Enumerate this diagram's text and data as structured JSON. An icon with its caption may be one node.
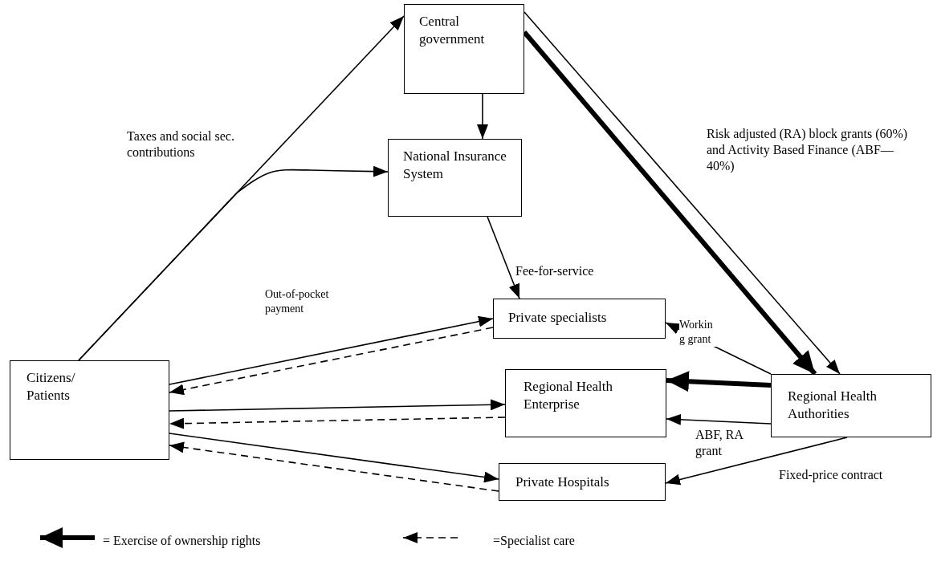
{
  "diagram": {
    "nodes": [
      {
        "text": [
          "Central government"
        ]
      },
      {
        "text": [
          "National Insurance System"
        ]
      },
      {
        "text": [
          "Private specialists"
        ]
      },
      {
        "text": [
          "Citizens/ Patients"
        ]
      },
      {
        "text": [
          "Regional Health Enterprise"
        ]
      },
      {
        "text": [
          "Regional Health Authorities"
        ]
      },
      {
        "text": [
          "Private Hospitals"
        ]
      }
    ],
    "edges": [
      {
        "from": 3,
        "to": 0,
        "arrow": "to"
      },
      {
        "from": 3,
        "to": 1,
        "arrow": "to",
        "label": "Taxes and social sec. contributions"
      },
      {
        "from": 0,
        "to": 1,
        "arrow": "to"
      },
      {
        "from": 1,
        "to": 2,
        "arrow": "to",
        "label": "Fee-for-service"
      },
      {
        "from": 0,
        "to": 5,
        "arrow": "to",
        "style": "thick"
      },
      {
        "from": 0,
        "to": 5,
        "arrow": "to",
        "label": "Risk adjusted (RA) block grants (60%) and Activity Based Finance (ABF—40%)"
      },
      {
        "from": 3,
        "to": 2,
        "arrow": "to",
        "label": "Out-of-pocket payment"
      },
      {
        "from": 2,
        "to": 3,
        "arrow": "to",
        "style": "dashed"
      },
      {
        "from": 5,
        "to": 2,
        "arrow": "to",
        "label": "Workin g grant"
      },
      {
        "from": 5,
        "to": 4,
        "arrow": "to",
        "style": "thick"
      },
      {
        "from": 5,
        "to": 4,
        "arrow": "to",
        "label": "ABF, RA grant"
      },
      {
        "from": 3,
        "to": 4,
        "arrow": "to"
      },
      {
        "from": 4,
        "to": 3,
        "arrow": "to",
        "style": "dashed"
      },
      {
        "from": 3,
        "to": 6,
        "arrow": "to"
      },
      {
        "from": 6,
        "to": 3,
        "arrow": "to",
        "style": "dashed"
      },
      {
        "from": 5,
        "to": 6,
        "arrow": "to",
        "label": "Fixed-price contract"
      }
    ],
    "legend": [
      {
        "text": "= Exercise of ownership rights"
      },
      {
        "text": "=Specialist care"
      }
    ]
  }
}
